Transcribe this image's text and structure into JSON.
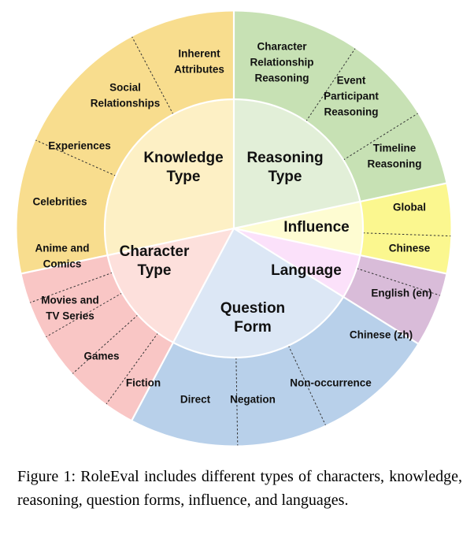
{
  "sectors": [
    {
      "key": "knowledge",
      "label": [
        "Knowledge",
        "Type"
      ],
      "inner_color": "#fdf0c5",
      "outer_color": "#f8dd8e",
      "subs": [
        {
          "label": [
            "Experiences"
          ]
        },
        {
          "label": [
            "Social",
            "Relationships"
          ]
        },
        {
          "label": [
            "Inherent",
            "Attributes"
          ]
        }
      ]
    },
    {
      "key": "reasoning",
      "label": [
        "Reasoning",
        "Type"
      ],
      "inner_color": "#e2efd8",
      "outer_color": "#c7e1b4",
      "subs": [
        {
          "label": [
            "Character",
            "Relationship",
            "Reasoning"
          ]
        },
        {
          "label": [
            "Event",
            "Participant",
            "Reasoning"
          ]
        },
        {
          "label": [
            "Timeline",
            "Reasoning"
          ]
        }
      ]
    },
    {
      "key": "influence",
      "label": [
        "Influence"
      ],
      "inner_color": "#fefcd2",
      "outer_color": "#fbf78f",
      "subs": [
        {
          "label": [
            "Global"
          ]
        },
        {
          "label": [
            "Chinese"
          ]
        }
      ]
    },
    {
      "key": "language",
      "label": [
        "Language"
      ],
      "inner_color": "#fbe1fa",
      "outer_color": "#d9bcd9",
      "subs": [
        {
          "label": [
            "English (en)"
          ]
        },
        {
          "label": [
            "Chinese (zh)"
          ]
        }
      ]
    },
    {
      "key": "question",
      "label": [
        "Question",
        "Form"
      ],
      "inner_color": "#dce7f5",
      "outer_color": "#b8d0ea",
      "subs": [
        {
          "label": [
            "Non-occurrence"
          ]
        },
        {
          "label": [
            "Negation"
          ]
        },
        {
          "label": [
            "Direct"
          ]
        }
      ]
    },
    {
      "key": "character",
      "label": [
        "Character",
        "Type"
      ],
      "inner_color": "#fde0dc",
      "outer_color": "#f9c6c5",
      "subs": [
        {
          "label": [
            "Fiction"
          ]
        },
        {
          "label": [
            "Games"
          ]
        },
        {
          "label": [
            "Movies and",
            "TV Series"
          ]
        },
        {
          "label": [
            "Anime and",
            "Comics"
          ]
        },
        {
          "label": [
            "Celebrities"
          ]
        }
      ]
    }
  ],
  "caption": "Figure 1: RoleEval includes different types of characters, knowledge, reasoning, question forms, influence, and languages."
}
